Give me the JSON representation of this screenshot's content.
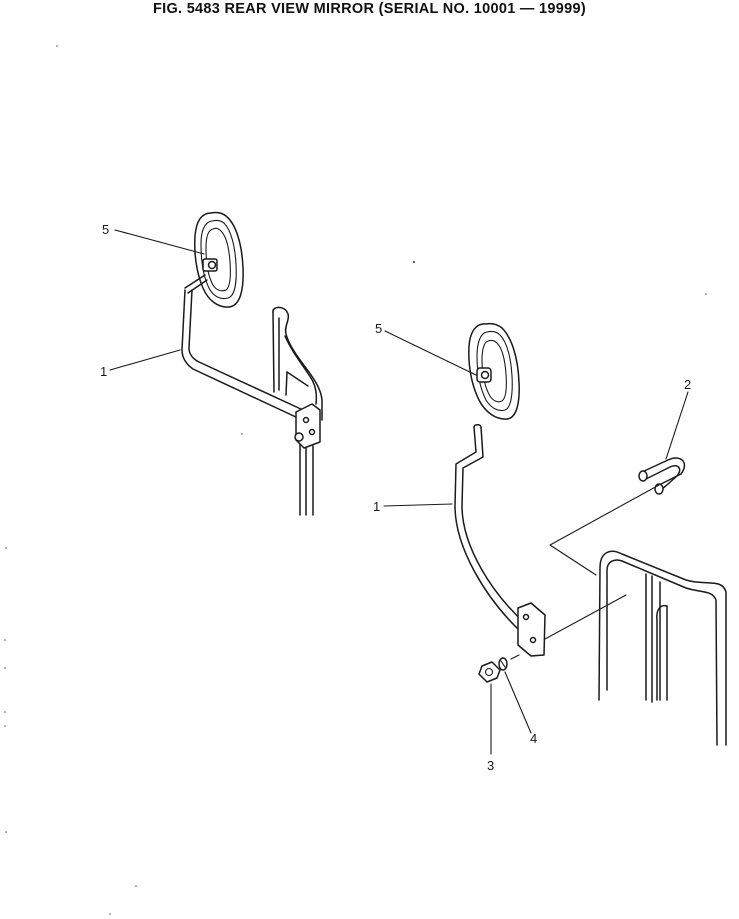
{
  "figure": {
    "title": "FIG. 5483  REAR VIEW MIRROR (SERIAL NO. 10001 — 19999)"
  },
  "callouts": {
    "left_mirror": "5",
    "left_arm": "1",
    "right_mirror": "5",
    "right_arm": "1",
    "u_bolt": "2",
    "nut": "3",
    "washer": "4"
  }
}
